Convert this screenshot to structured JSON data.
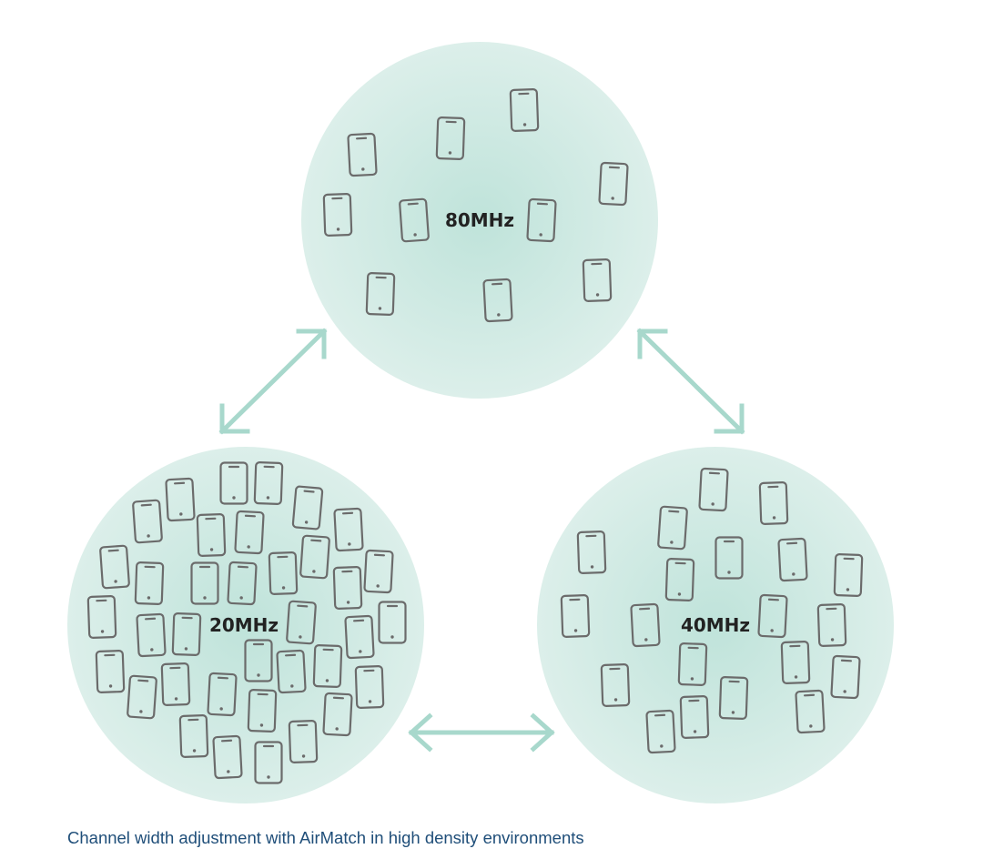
{
  "caption": "Channel width adjustment with AirMatch in high density environments",
  "zones": [
    {
      "id": "80mhz",
      "label": "80MHz"
    },
    {
      "id": "20mhz",
      "label": "20MHz"
    },
    {
      "id": "40mhz",
      "label": "40MHz"
    }
  ],
  "colors": {
    "zone_center": "#bfe3da",
    "zone_edge": "#dcefea",
    "arrow": "#a8d8cc",
    "device": "#6b6b6b",
    "label": "#222222",
    "caption": "#1f4e79"
  },
  "icons": {
    "device": "smartphone-icon",
    "arrow": "double-arrow-icon"
  }
}
